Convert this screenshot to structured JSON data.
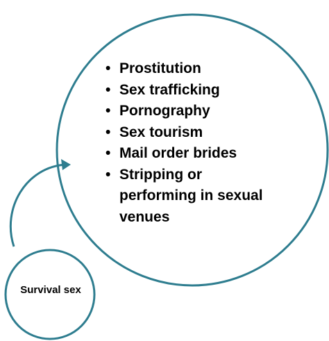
{
  "diagram": {
    "stroke_color": "#2e7d8f",
    "big_circle_items": [
      "Prostitution",
      "Sex trafficking",
      "Pornography",
      "Sex tourism",
      "Mail order brides",
      "Stripping or performing in sexual venues"
    ],
    "bullet_char": "•",
    "small_circle_label": "Survival sex"
  }
}
